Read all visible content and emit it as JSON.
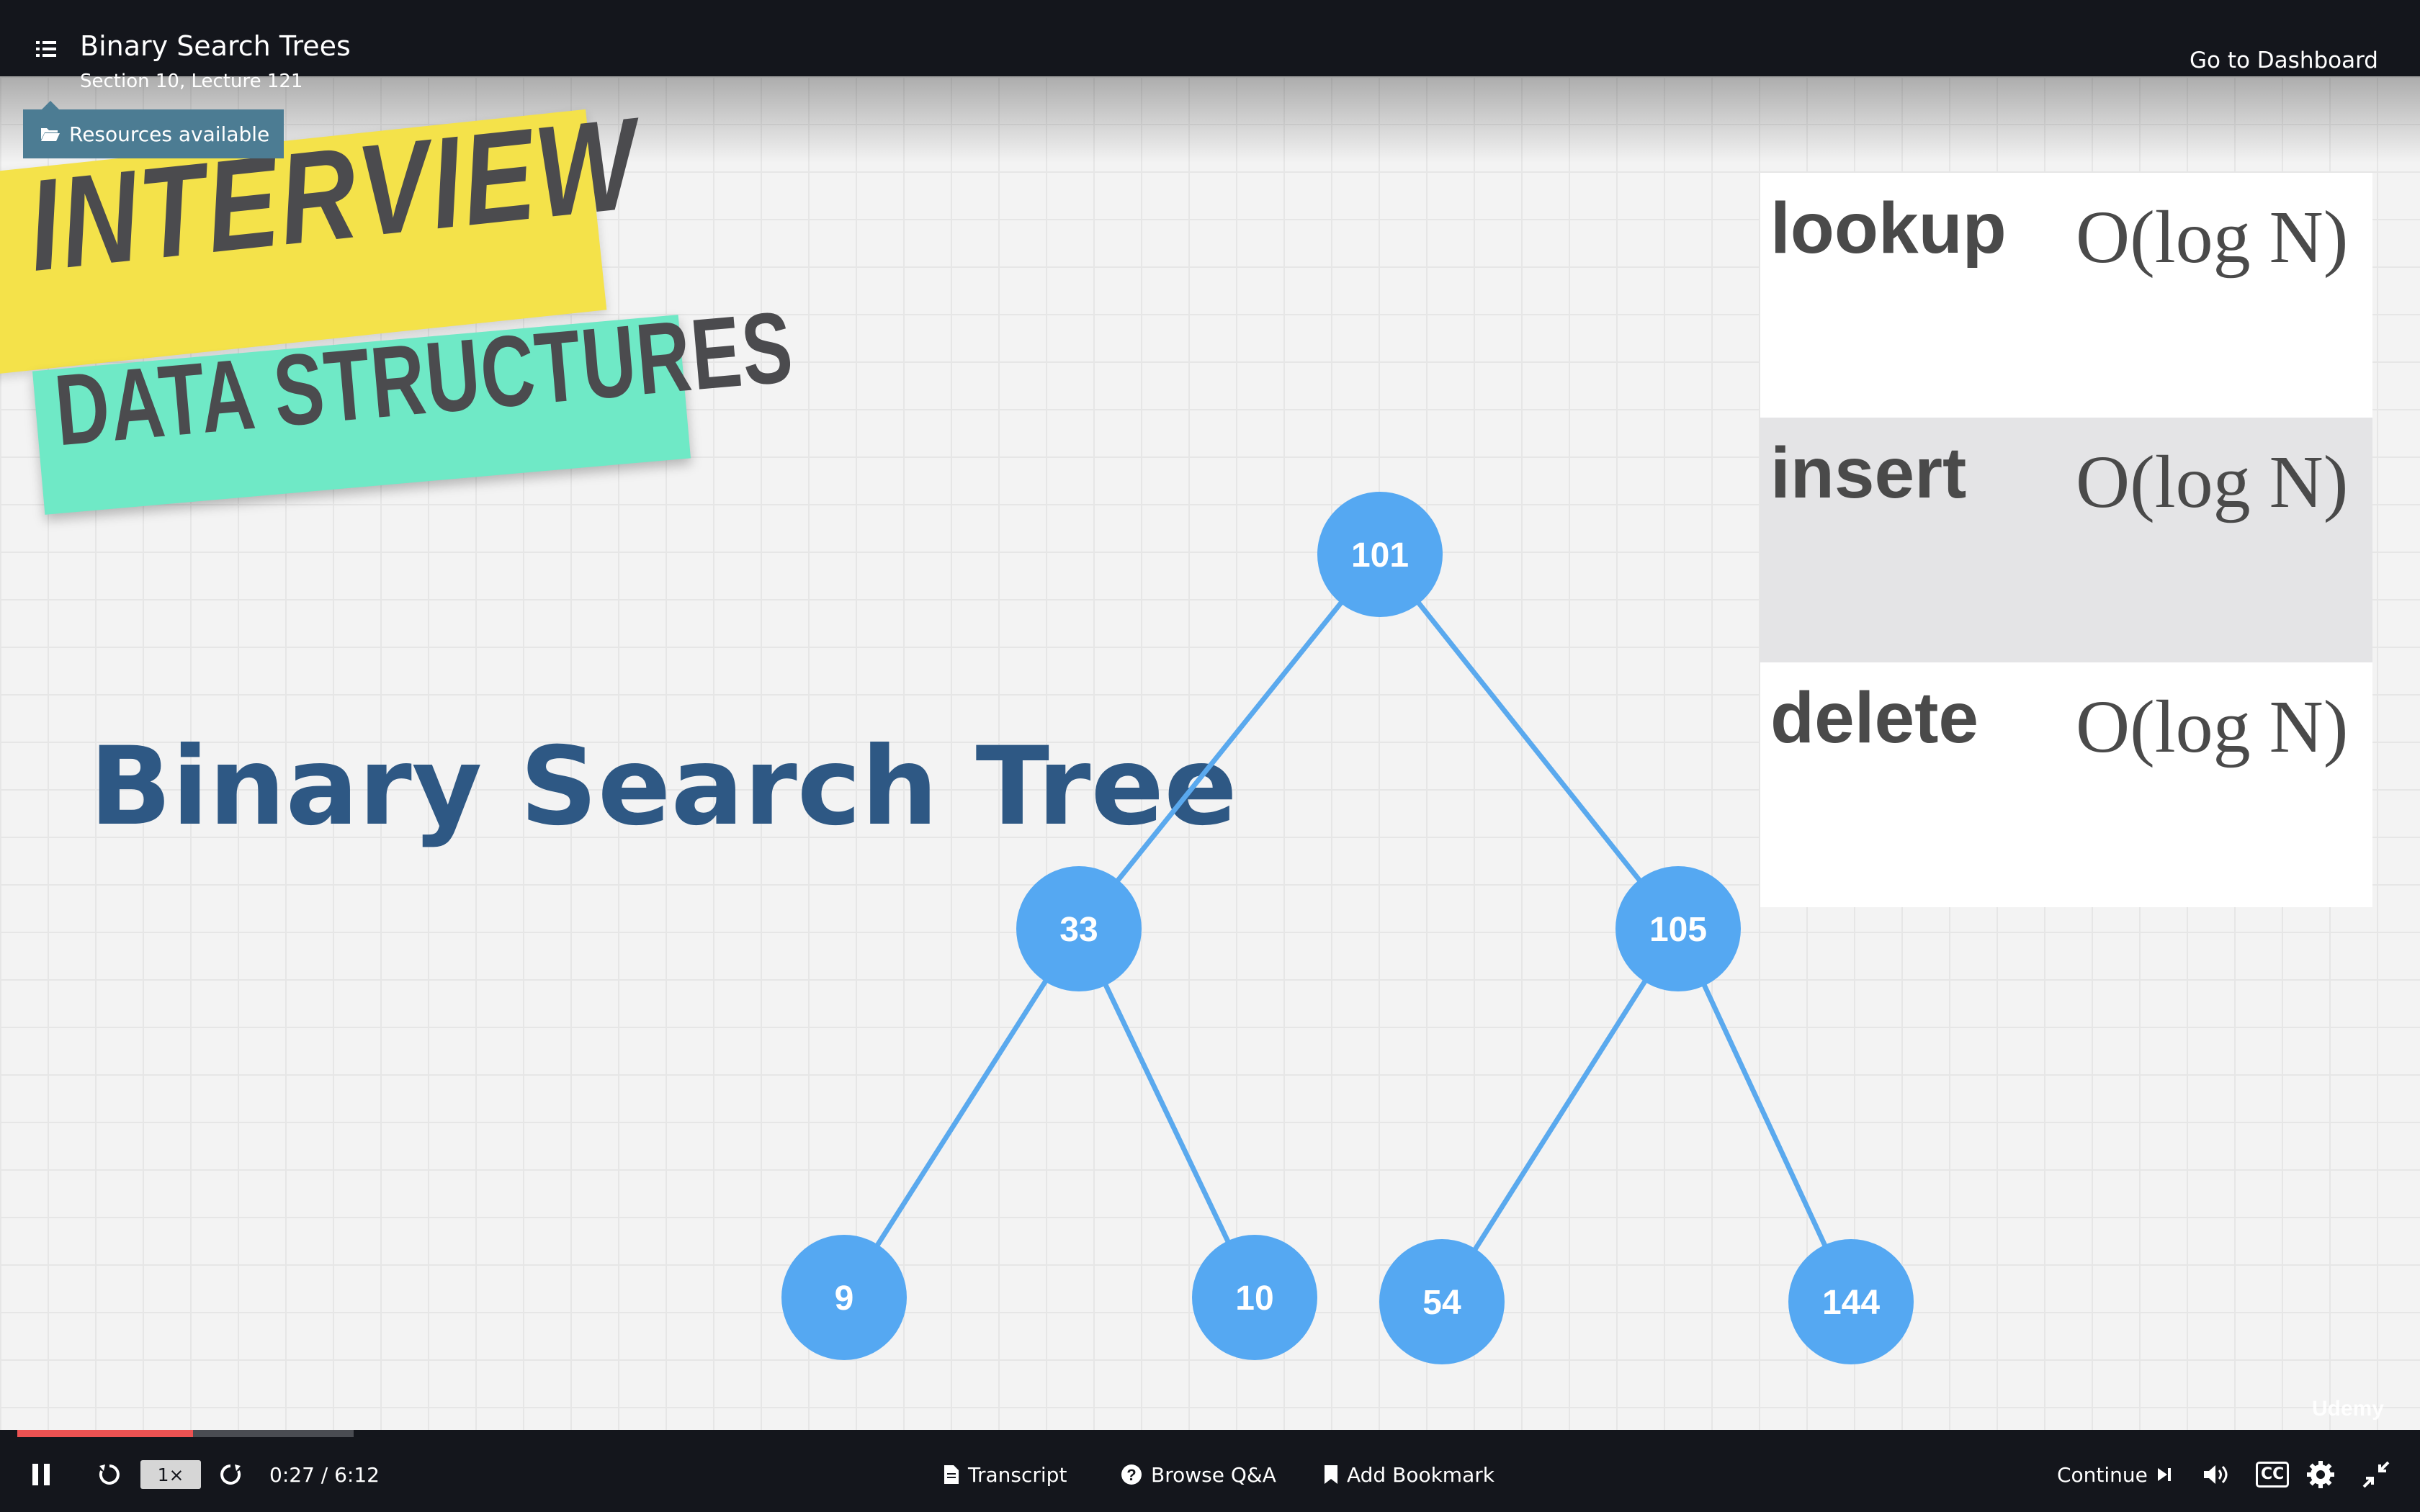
{
  "header": {
    "menu_icon": "list-menu-icon",
    "title": "Binary Search Trees",
    "subtitle": "Section 10, Lecture 121",
    "dashboard_link": "Go to Dashboard"
  },
  "resources_button": {
    "label": "Resources available",
    "icon": "folder-open-icon"
  },
  "slide": {
    "banner_line1": "INTERVIEW",
    "banner_line2": "DATA STRUCTURES",
    "heading": "Binary Search Tree",
    "tree": {
      "root": {
        "label": "101"
      },
      "level1": [
        {
          "label": "33"
        },
        {
          "label": "105"
        }
      ],
      "level2": [
        {
          "label": "9"
        },
        {
          "label": "10"
        },
        {
          "label": "54"
        },
        {
          "label": "144"
        }
      ]
    },
    "complexity": [
      {
        "operation": "lookup",
        "big_o": "O(log N)"
      },
      {
        "operation": "insert",
        "big_o": "O(log N)"
      },
      {
        "operation": "delete",
        "big_o": "O(log N)"
      }
    ],
    "watermark": "Udemy",
    "colors": {
      "node": "#55a8f2",
      "edge": "#5aa9ee",
      "heading": "#2e5884",
      "banner_yellow": "#f4e24a",
      "banner_teal": "#6fe9c6"
    }
  },
  "player": {
    "progress": {
      "played_fraction": 0.073,
      "buffered_fraction": 0.14,
      "played_color": "#ec5252"
    },
    "play_pause_icon": "pause-icon",
    "rewind_icon": "rewind-icon",
    "speed": "1×",
    "forward_icon": "forward-icon",
    "time": "0:27 / 6:12",
    "transcript": "Transcript",
    "qa": "Browse Q&A",
    "bookmark": "Add Bookmark",
    "continue": "Continue",
    "volume_icon": "volume-icon",
    "captions": "CC",
    "settings_icon": "gear-icon",
    "exit_fullscreen_icon": "exit-fullscreen-icon"
  }
}
